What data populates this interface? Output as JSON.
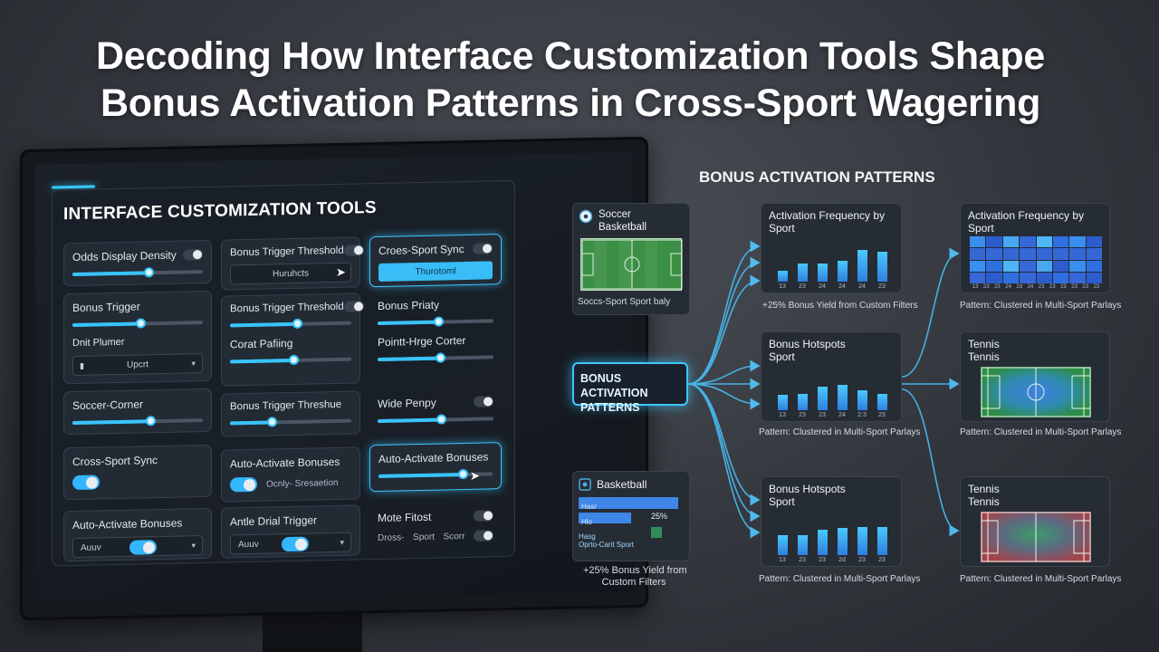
{
  "title": {
    "line1": "Decoding How Interface Customization Tools Shape",
    "line2": "Bonus Activation Patterns in Cross-Sport Wagering"
  },
  "panel": {
    "title": "INTERFACE CUSTOMIZATION TOOLS",
    "col1": {
      "odds": {
        "label": "Odds Display Density",
        "level": 0.58
      },
      "bonus": {
        "label": "Bonus Trigger",
        "level": 0.52,
        "sub": "Dnit Plumer",
        "select": "Upcrt"
      },
      "soccer": {
        "label": "Soccer-Corner",
        "level": 0.6
      },
      "cross": {
        "label": "Cross-Sport Sync"
      },
      "auto": {
        "label": "Auto-Activate Bonuses",
        "select": "Auuv"
      }
    },
    "col2": {
      "thr1": {
        "label": "Bonus Trigger Threshold",
        "select": "Huruhcts"
      },
      "thr2": {
        "label": "Bonus Trigger Threshold",
        "level": 0.55,
        "sub": "Corat Pafiing",
        "sublevel": 0.52
      },
      "thr3": {
        "label": "Bonus Trigger Threshue",
        "level": 0.34
      },
      "auto2": {
        "label": "Auto-Activate Bonuses",
        "note": "Ocnly- Sresaetion"
      },
      "antle": {
        "label": "Antle Drial Trigger",
        "select": "Auuv"
      }
    },
    "col3": {
      "sync": {
        "label": "Croes-Sport Sync",
        "button": "Thurotoml"
      },
      "bonusp": {
        "label": "Bonus Priaty",
        "level": 0.52,
        "sub": "Pointt-Hrge Corter",
        "sublevel": 0.54
      },
      "wide": {
        "label": "Wide Penpy",
        "level": 0.55
      },
      "auto3": {
        "label": "Auto-Activate Bonuses",
        "level": 0.74
      },
      "mote": {
        "label": "Mote Fitost",
        "sub1": "Dross-",
        "sub2": "Sport",
        "sub3": "Scorr"
      }
    }
  },
  "center": {
    "label": "BONUS ACTIVATION PATTERNS"
  },
  "left_chips": {
    "soccer": {
      "title1": "Soccer",
      "title2": "Basketball",
      "caption": "Soccs-Sport Sport baly"
    },
    "basketball": {
      "title": "Basketball",
      "bar1": "Hasr",
      "bar2": "Hlo",
      "bar2pct": "25%",
      "bar3": "Hasg",
      "bar4": "Oprto-Carit Sport",
      "caption1": "+25% Bonus Yield from",
      "caption2": "Custom Filters",
      "bar_levels": [
        0.95,
        0.5,
        0.3
      ]
    }
  },
  "section_title": "BONUS ACTIVATION PATTERNS",
  "charts": [
    {
      "title1": "Activation Frequency by",
      "title2": "Sport",
      "caption": "+25% Bonus Yield from Custom Filters",
      "ticks": [
        "13",
        "23",
        "24",
        "24",
        "24",
        "23"
      ],
      "values": [
        0.25,
        0.42,
        0.42,
        0.48,
        0.72,
        0.68
      ]
    },
    {
      "title1": "Bonus Hotspots",
      "title2": "Sport",
      "caption": "Pattern: Clustered in Multi-Sport Parlays",
      "ticks": [
        "13",
        "23",
        "23",
        "24",
        "2:3",
        "23"
      ],
      "values": [
        0.35,
        0.38,
        0.55,
        0.58,
        0.45,
        0.38
      ]
    },
    {
      "title1": "Bonus Hotspots",
      "title2": "Sport",
      "caption": "Pattern: Clustered in Multi-Sport Parlays",
      "ticks": [
        "13",
        "23",
        "23",
        "2d",
        "23",
        "23"
      ],
      "values": [
        0.45,
        0.45,
        0.58,
        0.62,
        0.65,
        0.65
      ]
    }
  ],
  "heatmap": {
    "title1": "Activation Frequency by",
    "title2": "Sport",
    "caption": "Pattern: Clustered in Multi-Sport Parlays",
    "ticks": [
      "13",
      "23",
      "23",
      "24",
      "2d",
      "24",
      "23",
      "23",
      "23",
      "23",
      "23",
      "23"
    ]
  },
  "tennis": [
    {
      "title1": "Tennis",
      "title2": "Tennis",
      "caption": "Pattern: Clustered in Multi-Sport Parlays"
    },
    {
      "title1": "Tennis",
      "title2": "Tennis",
      "caption": "Pattern: Clustered in Multi-Sport Parlays"
    }
  ],
  "colors": {
    "accent": "#3ec6ff",
    "bar": "#2f7ee0",
    "field": "#2f8a3f"
  }
}
